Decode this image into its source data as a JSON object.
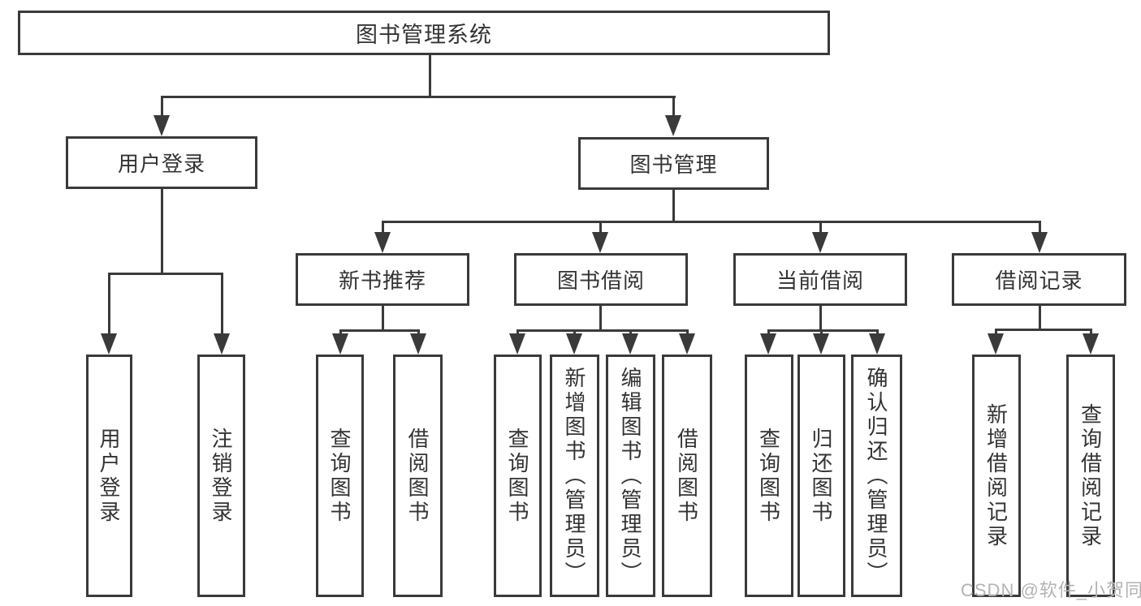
{
  "theme": {
    "line_color": "#3a3a3a",
    "box_border_color": "#3a3a3a",
    "text_color": "#333333",
    "watermark_color": "#b3b3b3",
    "background": "#ffffff"
  },
  "watermark": {
    "text": "CSDN @软件_小贺同学"
  },
  "tree": {
    "label": "图书管理系统",
    "children": [
      {
        "label": "用户登录",
        "children": [
          {
            "label": "用户登录"
          },
          {
            "label": "注销登录"
          }
        ]
      },
      {
        "label": "图书管理",
        "children": [
          {
            "label": "新书推荐",
            "children": [
              {
                "label": "查询图书"
              },
              {
                "label": "借阅图书"
              }
            ]
          },
          {
            "label": "图书借阅",
            "children": [
              {
                "label": "查询图书"
              },
              {
                "label": "新增图书（管理员）"
              },
              {
                "label": "编辑图书（管理员）"
              },
              {
                "label": "借阅图书"
              }
            ]
          },
          {
            "label": "当前借阅",
            "children": [
              {
                "label": "查询图书"
              },
              {
                "label": "归还图书"
              },
              {
                "label": "确认归还（管理员）"
              }
            ]
          },
          {
            "label": "借阅记录",
            "children": [
              {
                "label": "新增借阅记录"
              },
              {
                "label": "查询借阅记录"
              }
            ]
          }
        ]
      }
    ]
  }
}
